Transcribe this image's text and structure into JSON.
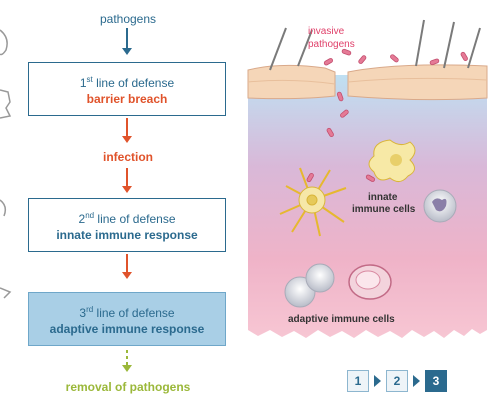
{
  "flow": {
    "pathogens": "pathogens",
    "line1_prefix": "1",
    "line1_suffix": "st",
    "line1_rest": " line of defense",
    "line1_name": "barrier breach",
    "infection": "infection",
    "line2_prefix": "2",
    "line2_suffix": "nd",
    "line2_rest": " line of defense",
    "line2_name": "innate immune response",
    "line3_prefix": "3",
    "line3_suffix": "rd",
    "line3_rest": " line of defense",
    "line3_name": "adaptive immune response",
    "removal": "removal of pathogens"
  },
  "illustration": {
    "invasive_1": "invasive",
    "invasive_2": "pathogens",
    "innate_1": "innate",
    "innate_2": "immune cells",
    "adaptive": "adaptive immune cells"
  },
  "nav": {
    "step1": "1",
    "step2": "2",
    "step3": "3",
    "active_step": 3
  },
  "colors": {
    "blue": "#2b6a8e",
    "orange": "#e0532b",
    "green": "#9bb83a",
    "pink": "#e0406a",
    "active_box": "#a9cfe6"
  }
}
